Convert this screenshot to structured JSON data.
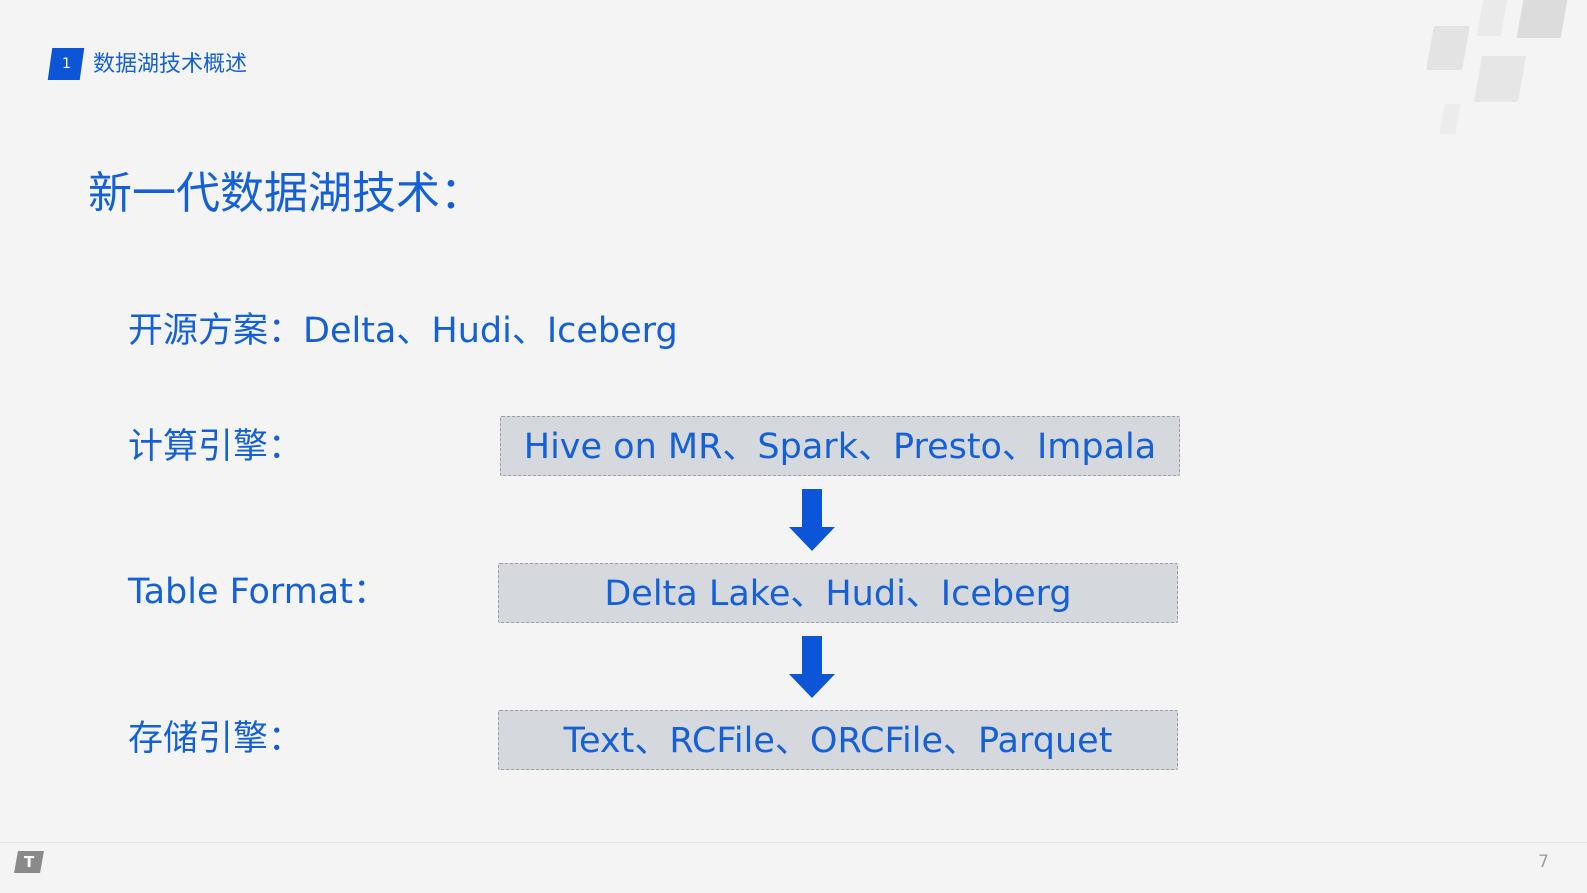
{
  "section": {
    "number": "1",
    "title": "数据湖技术概述"
  },
  "main_title": "新一代数据湖技术：",
  "open_source": "开源方案：Delta、Hudi、Iceberg",
  "rows": [
    {
      "label": "计算引擎：",
      "content": "Hive on MR、Spark、Presto、Impala"
    },
    {
      "label": "Table Format：",
      "content": "Delta Lake、Hudi、Iceberg"
    },
    {
      "label": "存储引擎：",
      "content": "Text、RCFile、ORCFile、Parquet"
    }
  ],
  "footer": {
    "logo_glyph": "T",
    "page_number": "7"
  },
  "colors": {
    "accent": "#1560d8",
    "box_fill": "#d5d9de",
    "background": "#f4f4f4"
  },
  "icons": {
    "flow_arrow": "down-arrow-icon",
    "footer_logo": "company-logo-icon"
  }
}
